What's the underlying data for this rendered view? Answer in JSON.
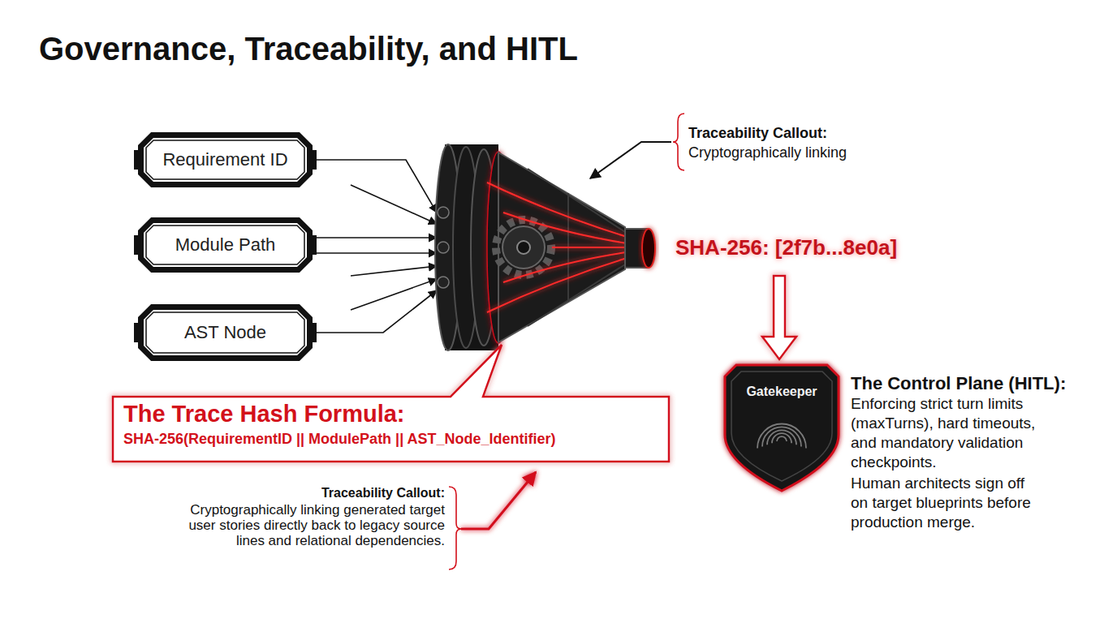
{
  "diagram": {
    "title": "Governance, Traceability, and HITL",
    "nodes": [
      {
        "text": [
          "Requirement ID"
        ]
      },
      {
        "text": [
          "Module Path"
        ]
      },
      {
        "text": [
          "AST Node"
        ]
      },
      {
        "text": [
          "The Trace Hash Formula:",
          "SHA-256(RequirementID || ModulePath || AST_Node_Identifier)"
        ]
      },
      {
        "text": [
          "Gatekeeper"
        ]
      }
    ],
    "labels": [
      "Traceability Callout:",
      "Cryptographically linking",
      "SHA-256: [2f7b...8e0a]",
      "Traceability Callout:",
      "Cryptographically linking generated target user stories directly back to legacy source lines and relational dependencies.",
      "The Control Plane (HITL):",
      "Enforcing strict turn limits (maxTurns), hard timeouts, and mandatory validation checkpoints.",
      "Human architects sign off on target blueprints before production merge."
    ]
  }
}
